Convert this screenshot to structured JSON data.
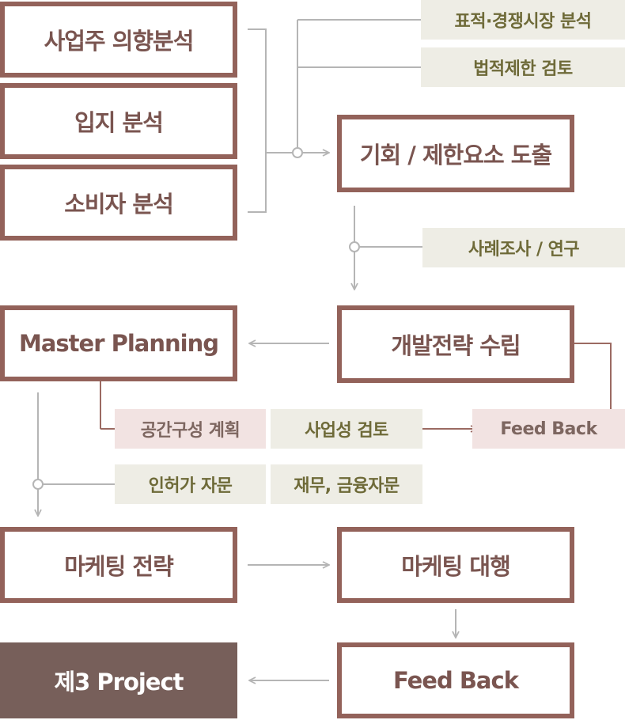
{
  "colors": {
    "border": "#93625a",
    "dark_box": "#775f5a",
    "tag_green": "#eeede5",
    "tag_pink": "#f2e3e2",
    "line": "#b5b5b5",
    "feedback_line": "#9b6a62"
  },
  "boxes": {
    "owner_intent": "사업주 의향분석",
    "site_analysis": "입지 분석",
    "consumer_analysis": "소비자 분석",
    "opportunity": "기회 / 제한요소 도출",
    "master_planning": "Master Planning",
    "dev_strategy": "개발전략 수립",
    "marketing_strategy": "마케팅 전략",
    "marketing_agency": "마케팅 대행",
    "project3": "제3 Project",
    "feedback_bottom": "Feed Back"
  },
  "tags": {
    "target_market": "표적·경쟁시장 분석",
    "legal": "법적제한 검토",
    "case_study": "사례조사 / 연구",
    "space_plan": "공간구성 계획",
    "business_review": "사업성 검토",
    "feedback_mid": "Feed Back",
    "permit": "인허가 자문",
    "finance": "재무, 금융자문"
  }
}
